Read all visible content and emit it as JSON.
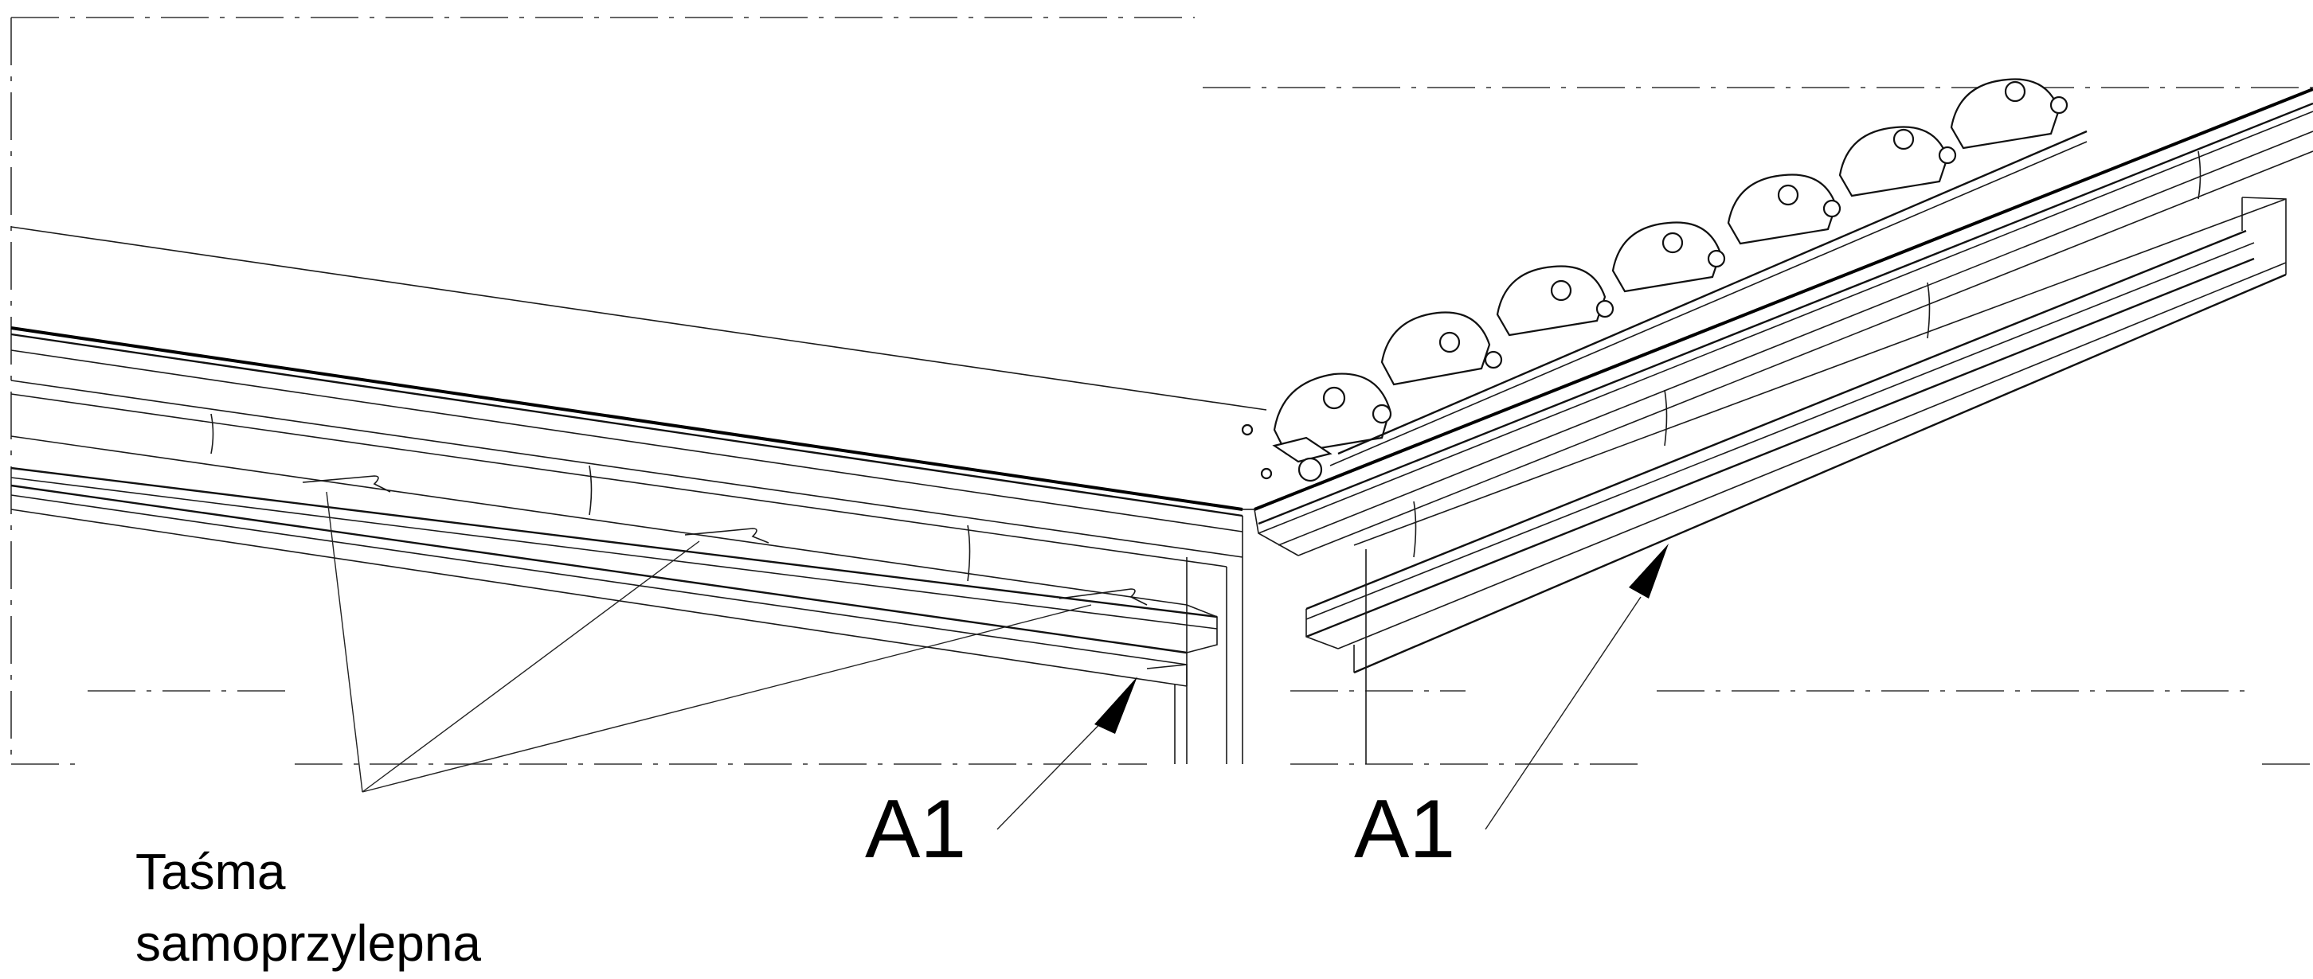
{
  "labels": {
    "a1_left": "A1",
    "a1_right": "A1",
    "tape_line1": "Taśma",
    "tape_line2": "samoprzylepna"
  },
  "colors": {
    "line": "#000000",
    "background": "#ffffff"
  }
}
